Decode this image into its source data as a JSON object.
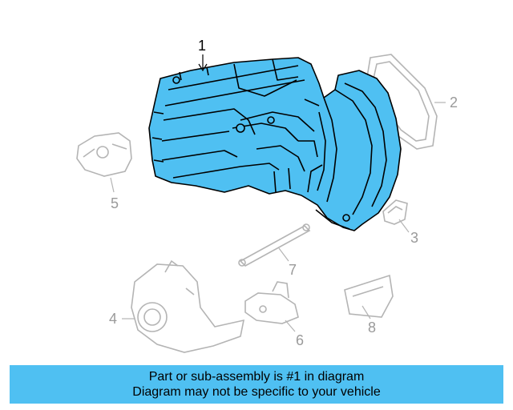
{
  "callouts": {
    "part_1": "1",
    "part_2": "2",
    "part_3": "3",
    "part_4": "4",
    "part_5": "5",
    "part_6": "6",
    "part_7": "7",
    "part_8": "8"
  },
  "banner": {
    "line1": "Part or sub-assembly is #1 in diagram",
    "line2": "Diagram may not be specific to your vehicle"
  },
  "colors": {
    "highlight": "#4fc0f2",
    "ghost": "#b4b4b4",
    "outline": "#000000"
  }
}
